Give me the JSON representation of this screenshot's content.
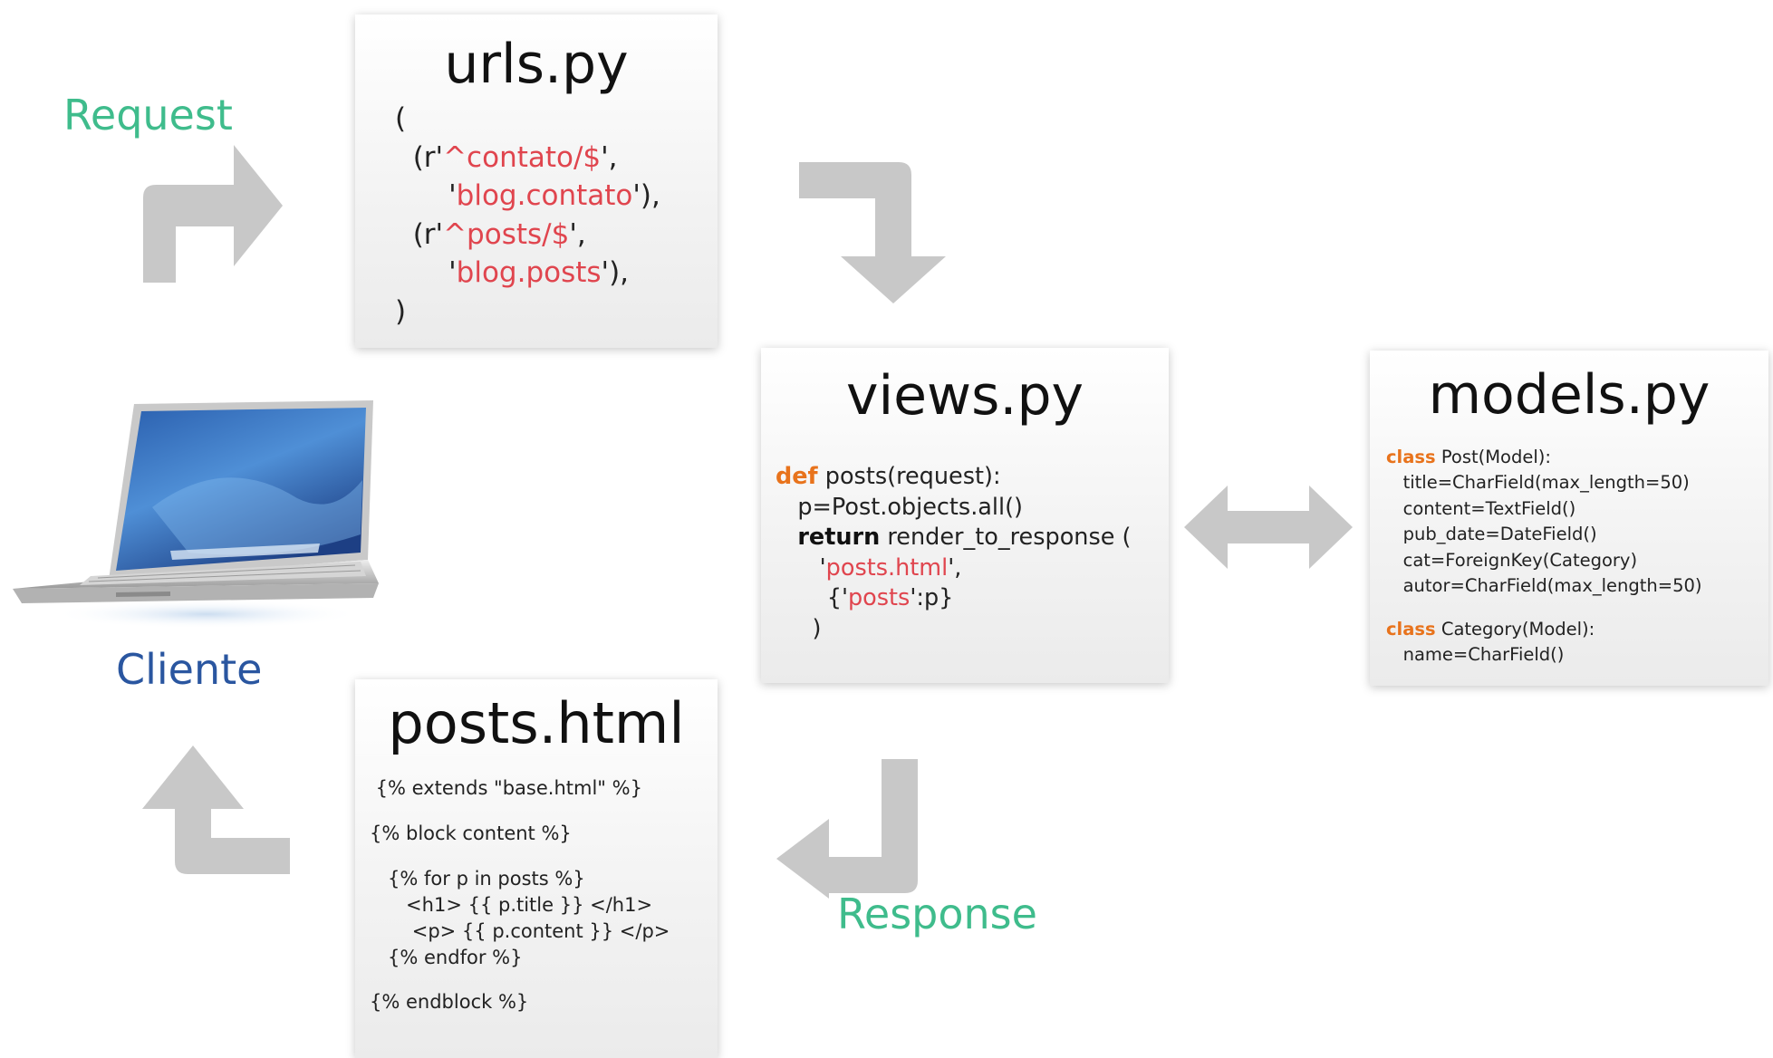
{
  "labels": {
    "request": "Request",
    "response": "Response",
    "client": "Cliente"
  },
  "colors": {
    "request_response_label": "#3fbc8c",
    "client_label": "#2a56a0",
    "arrow_gray": "#c8c8c8",
    "code_string_red": "#e0454e",
    "code_keyword_orange": "#e8731c"
  },
  "urls": {
    "title": "urls.py",
    "lines": [
      [
        {
          "t": "("
        }
      ],
      [
        {
          "t": "  (r'"
        },
        {
          "t": "^contato/$",
          "c": "red"
        },
        {
          "t": "',"
        }
      ],
      [
        {
          "t": "      '"
        },
        {
          "t": "blog.contato",
          "c": "red"
        },
        {
          "t": "'),"
        }
      ],
      [
        {
          "t": "  (r'"
        },
        {
          "t": "^posts/$",
          "c": "red"
        },
        {
          "t": "',"
        }
      ],
      [
        {
          "t": "      '"
        },
        {
          "t": "blog.posts",
          "c": "red"
        },
        {
          "t": "'),"
        }
      ],
      [
        {
          "t": ")"
        }
      ]
    ]
  },
  "views": {
    "title": "views.py",
    "lines": [
      [
        {
          "t": "def",
          "c": "kw"
        },
        {
          "t": " posts(request):"
        }
      ],
      [
        {
          "t": "   p=Post.objects.all()"
        }
      ],
      [
        {
          "t": "   "
        },
        {
          "t": "return",
          "c": "bold"
        },
        {
          "t": " render_to_response ("
        }
      ],
      [
        {
          "t": "      '"
        },
        {
          "t": "posts.html",
          "c": "red"
        },
        {
          "t": "',"
        }
      ],
      [
        {
          "t": "       {'"
        },
        {
          "t": "posts",
          "c": "red"
        },
        {
          "t": "':p}"
        }
      ],
      [
        {
          "t": "     )"
        }
      ]
    ]
  },
  "models": {
    "title": "models.py",
    "lines": [
      [
        {
          "t": "class",
          "c": "kw"
        },
        {
          "t": " Post(Model):"
        }
      ],
      [
        {
          "t": "   title=CharField(max_length=50)"
        }
      ],
      [
        {
          "t": "   content=TextField()"
        }
      ],
      [
        {
          "t": "   pub_date=DateField()"
        }
      ],
      [
        {
          "t": "   cat=ForeignKey(Category)"
        }
      ],
      [
        {
          "t": "   autor=CharField(max_length=50)"
        }
      ],
      [
        {
          "t": ""
        }
      ],
      [
        {
          "t": "class",
          "c": "kw"
        },
        {
          "t": " Category(Model):"
        }
      ],
      [
        {
          "t": "   name=CharField()"
        }
      ]
    ]
  },
  "posts": {
    "title": "posts.html",
    "lines": [
      [
        {
          "t": " {% extends \"base.html\" %}"
        }
      ],
      [
        {
          "t": ""
        }
      ],
      [
        {
          "t": "{% block content %}"
        }
      ],
      [
        {
          "t": ""
        }
      ],
      [
        {
          "t": "   {% for p in posts %}"
        }
      ],
      [
        {
          "t": "      <h1> {{ p.title }} </h1>"
        }
      ],
      [
        {
          "t": "       <p> {{ p.content }} </p>"
        }
      ],
      [
        {
          "t": "   {% endfor %}"
        }
      ],
      [
        {
          "t": ""
        }
      ],
      [
        {
          "t": "{% endblock %}"
        }
      ]
    ]
  }
}
